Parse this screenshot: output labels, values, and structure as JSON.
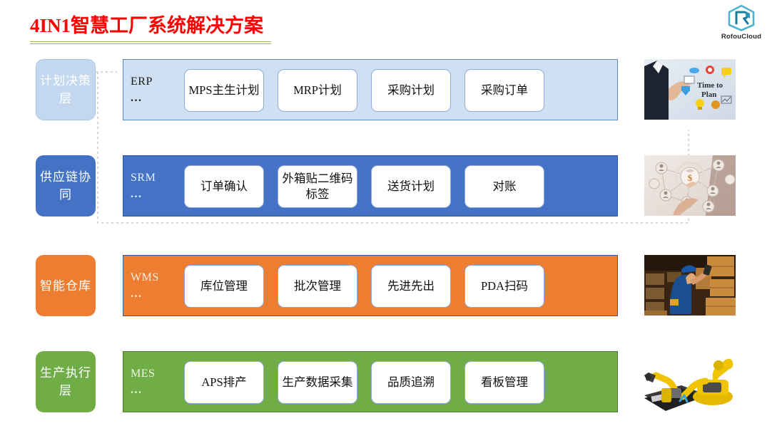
{
  "header": {
    "title": "4IN1智慧工厂系统解决方案",
    "logo_text": "RofouCloud",
    "logo_icon": "hexagon-r-logo-icon",
    "title_color": "#ff0000",
    "rule_color": "#9cbb62",
    "logo_color": "#3aa8c1"
  },
  "rows": [
    {
      "id": "planning",
      "badge": "计划决策层",
      "abbrev": "ERP",
      "dots": "...",
      "color": "#c3d7ef",
      "cards": [
        {
          "label": "MPS主生计划"
        },
        {
          "label": "MRP计划"
        },
        {
          "label": "采购计划"
        },
        {
          "label": "采购订单"
        }
      ],
      "thumb_name": "time-to-plan-photo",
      "thumb_alt": "Time to Plan"
    },
    {
      "id": "supply-chain",
      "badge": "供应链协同",
      "abbrev": "SRM",
      "dots": "...",
      "color": "#4472c4",
      "cards": [
        {
          "label": "订单确认"
        },
        {
          "label": "外箱贴二维码标签"
        },
        {
          "label": "送货计划"
        },
        {
          "label": "对账"
        }
      ],
      "thumb_name": "supplier-network-photo",
      "thumb_alt": "Supplier network with money bag"
    },
    {
      "id": "warehouse",
      "badge": "智能仓库",
      "abbrev": "WMS",
      "dots": "...",
      "color": "#ed7d31",
      "cards": [
        {
          "label": "库位管理"
        },
        {
          "label": "批次管理"
        },
        {
          "label": "先进先出"
        },
        {
          "label": "PDA扫码"
        }
      ],
      "thumb_name": "warehouse-scanning-photo",
      "thumb_alt": "Warehouse worker scanning cartons"
    },
    {
      "id": "manufacturing",
      "badge": "生产执行层",
      "abbrev": "MES",
      "dots": "...",
      "color": "#70ad47",
      "cards": [
        {
          "label": "APS排产"
        },
        {
          "label": "生产数据采集"
        },
        {
          "label": "品质追溯"
        },
        {
          "label": "看板管理"
        }
      ],
      "thumb_name": "robot-arms-photo",
      "thumb_alt": "Yellow robotic arms on conveyor"
    }
  ],
  "connector": {
    "name": "dotted-flow-connector",
    "color": "#bfbfbf"
  }
}
